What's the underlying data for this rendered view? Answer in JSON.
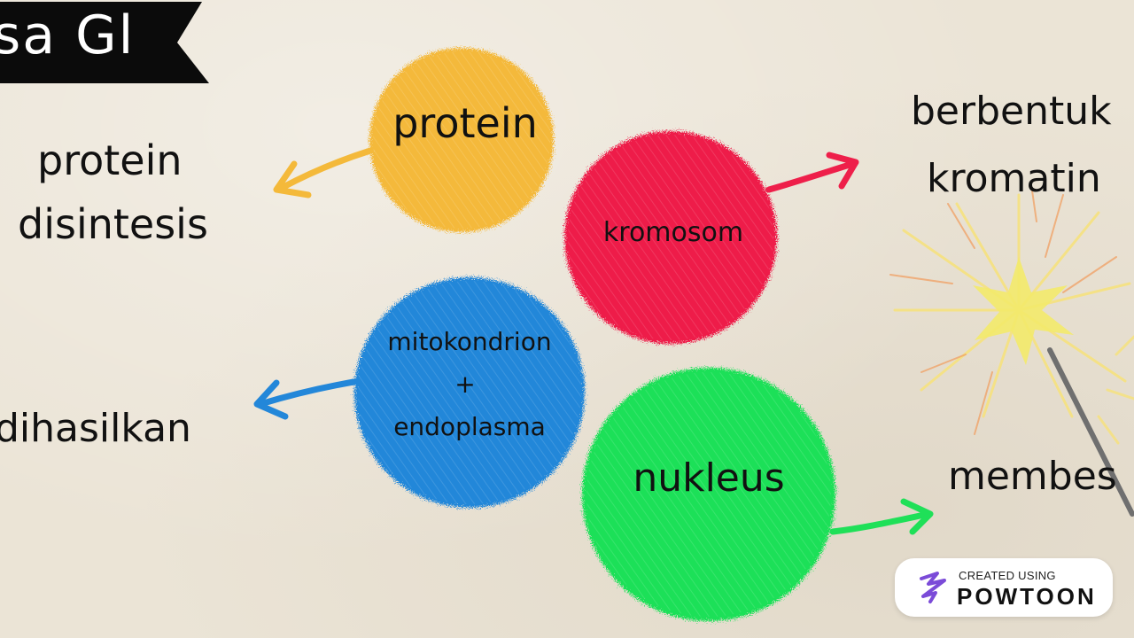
{
  "banner": {
    "text": "sa Gl"
  },
  "bubbles": {
    "protein": {
      "label": "protein",
      "color": "#f4b93a"
    },
    "kromosom": {
      "label": "kromosom",
      "color": "#ee1f4a"
    },
    "mitokondrion": {
      "line1": "mitokondrion",
      "line2": "+",
      "line3": "endoplasma",
      "color": "#2387d9"
    },
    "nukleus": {
      "label": "nukleus",
      "color": "#1fe058"
    }
  },
  "outcomes": {
    "protein_line1": "protein",
    "protein_line2": "disintesis",
    "dihasilkan": "dihasilkan",
    "berbentuk": "berbentuk",
    "kromatin": "kromatin",
    "membesar": "membes"
  },
  "arrows": {
    "yellow": "#f4b93a",
    "red": "#ee1f4a",
    "blue": "#2387d9",
    "green": "#1fe058"
  },
  "watermark": {
    "small": "CREATED USING",
    "big": "POWTOON",
    "icon": "powtoon-logo-icon"
  },
  "decoration": {
    "icon": "sparkler-icon"
  }
}
